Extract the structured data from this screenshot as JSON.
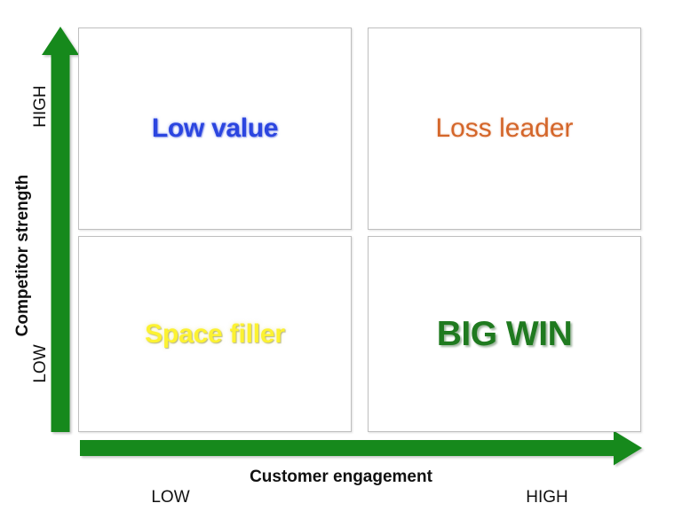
{
  "diagram": {
    "type": "2x2-matrix",
    "background_color": "#ffffff",
    "accent_color": "#1a8a1a",
    "quadrants": [
      {
        "id": "top-left",
        "label": "Low value",
        "color": "#2b45e0",
        "position": "high-competitor-strength / low-customer-engagement"
      },
      {
        "id": "top-right",
        "label": "Loss leader",
        "color": "#d4662a",
        "position": "high-competitor-strength / high-customer-engagement"
      },
      {
        "id": "bottom-left",
        "label": "Space filler",
        "color": "#fcf231",
        "position": "low-competitor-strength / low-customer-engagement"
      },
      {
        "id": "bottom-right",
        "label": "BIG WIN",
        "color": "#1f7a1f",
        "position": "low-competitor-strength / high-customer-engagement"
      }
    ],
    "y_axis": {
      "title": "Competitor strength",
      "high_label": "HIGH",
      "low_label": "LOW",
      "arrow_color": "#1a8a1a",
      "direction": "up"
    },
    "x_axis": {
      "title": "Customer engagement",
      "low_label": "LOW",
      "high_label": "HIGH",
      "arrow_color": "#1a8a1a",
      "direction": "right"
    }
  }
}
